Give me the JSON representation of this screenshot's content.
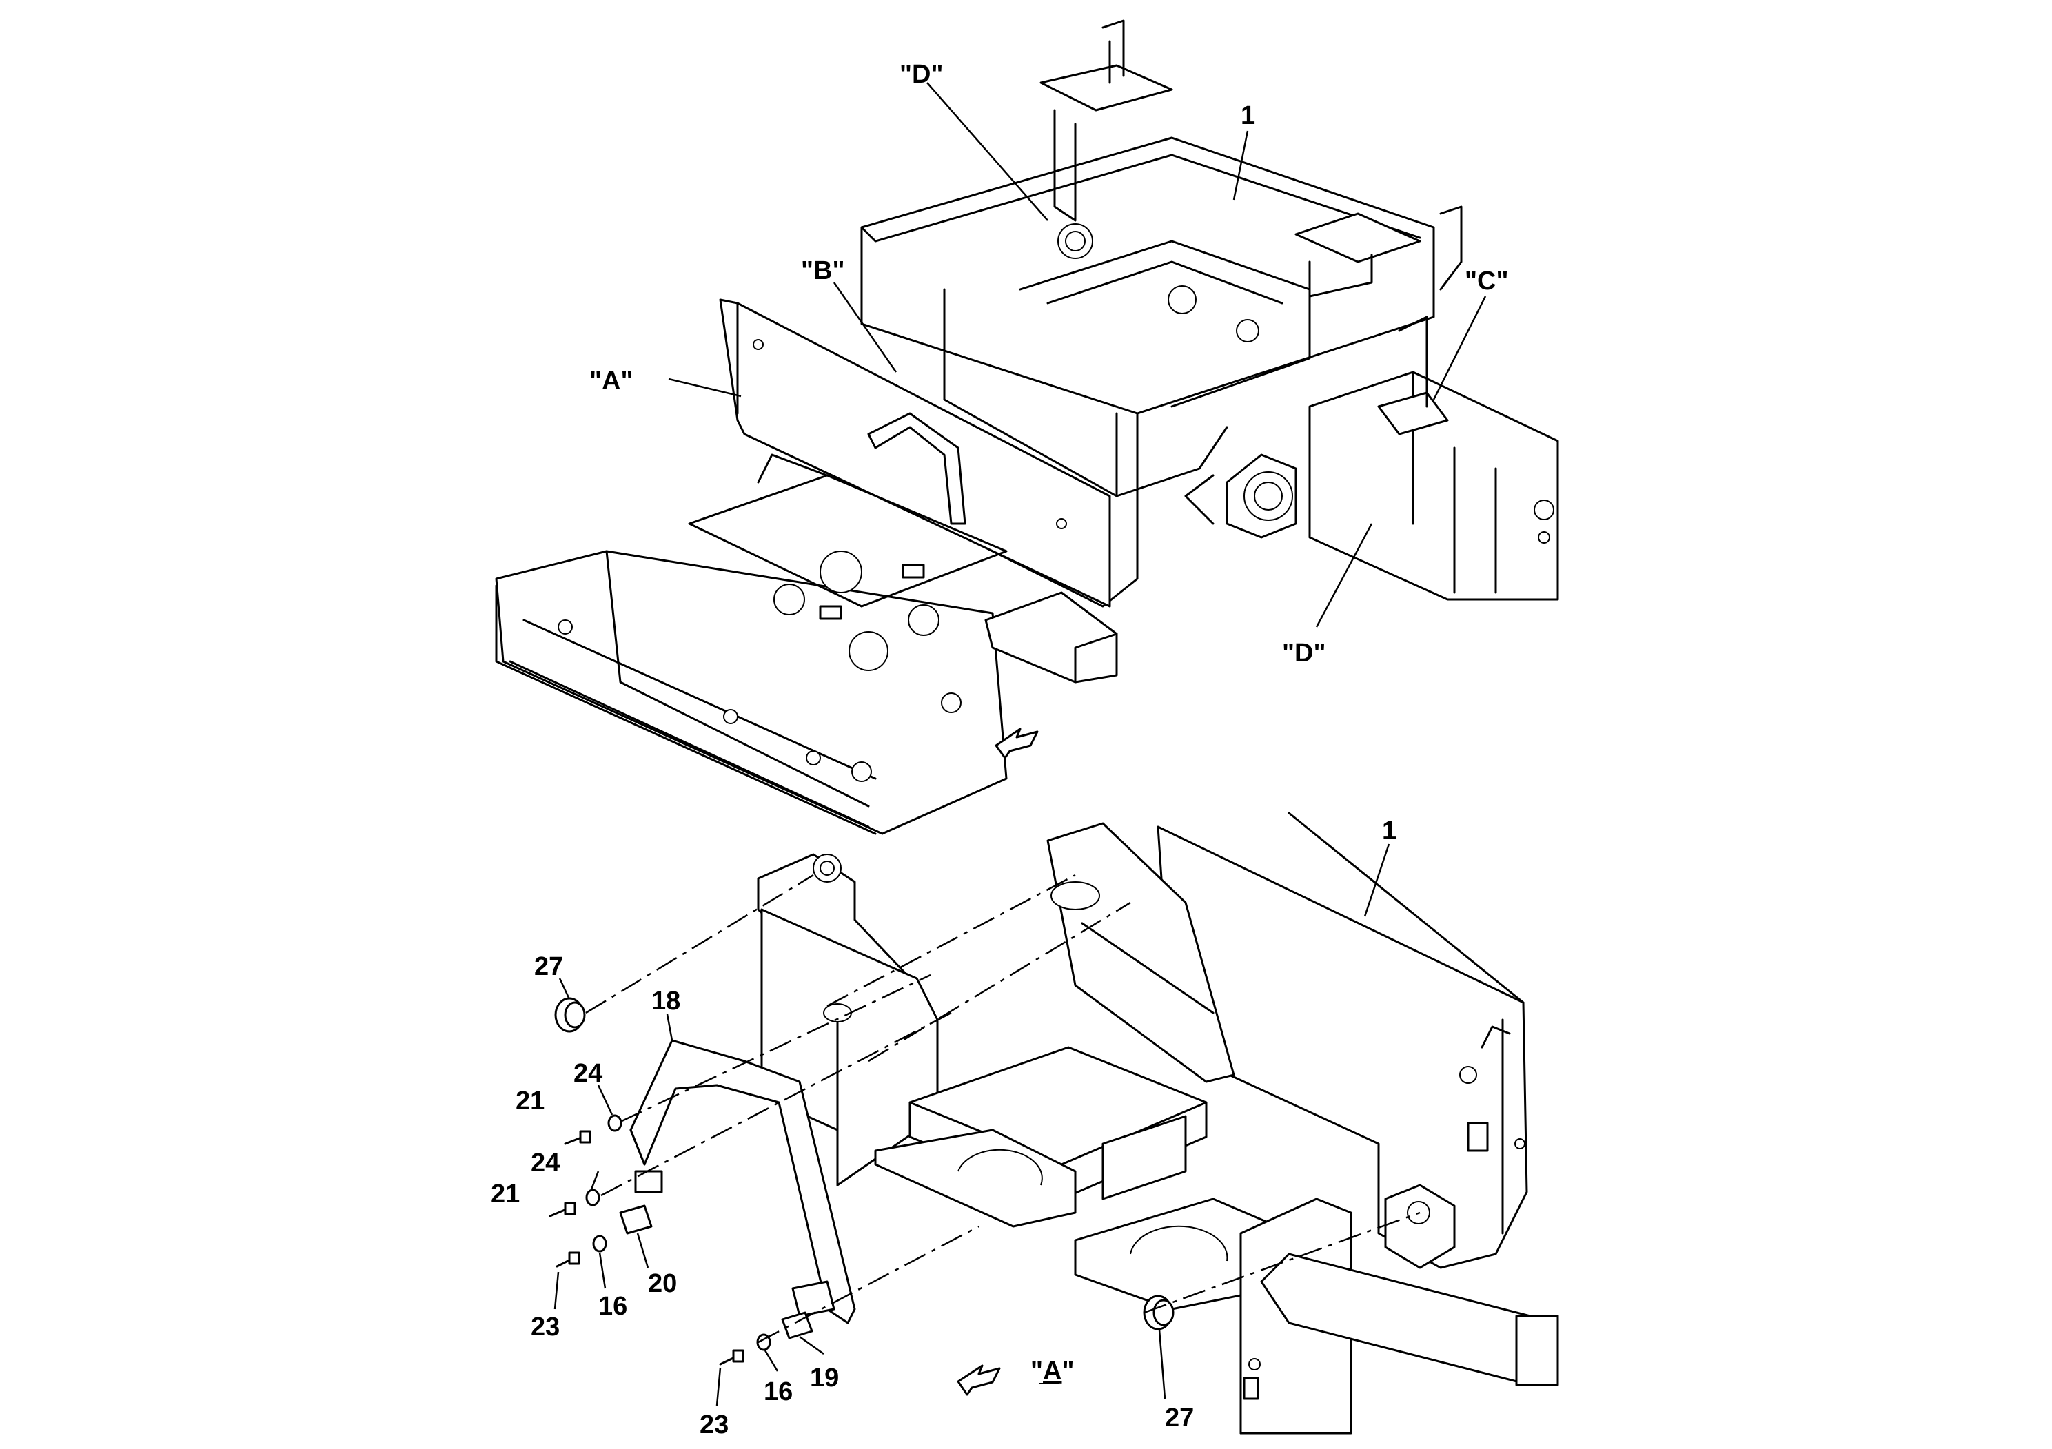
{
  "views": {
    "upper": {
      "callouts": [
        {
          "id": "callout-d-top",
          "text": "\"D\""
        },
        {
          "id": "callout-1-top",
          "text": "1"
        },
        {
          "id": "callout-b",
          "text": "\"B\""
        },
        {
          "id": "callout-c",
          "text": "\"C\""
        },
        {
          "id": "callout-a",
          "text": "\"A\""
        },
        {
          "id": "callout-d-bottom",
          "text": "\"D\""
        }
      ],
      "arrow_icon": "direction-arrow-icon"
    },
    "lower": {
      "callouts": [
        {
          "id": "callout-1-detail",
          "text": "1"
        },
        {
          "id": "callout-27-left",
          "text": "27"
        },
        {
          "id": "callout-18",
          "text": "18"
        },
        {
          "id": "callout-24-upper",
          "text": "24"
        },
        {
          "id": "callout-21-upper",
          "text": "21"
        },
        {
          "id": "callout-24-lower",
          "text": "24"
        },
        {
          "id": "callout-21-lower",
          "text": "21"
        },
        {
          "id": "callout-20",
          "text": "20"
        },
        {
          "id": "callout-16-left",
          "text": "16"
        },
        {
          "id": "callout-23-left",
          "text": "23"
        },
        {
          "id": "callout-19",
          "text": "19"
        },
        {
          "id": "callout-16-bottom",
          "text": "16"
        },
        {
          "id": "callout-23-bottom",
          "text": "23"
        },
        {
          "id": "callout-27-right",
          "text": "27"
        }
      ],
      "view_label_prefix": "\"",
      "view_label_letter": "A",
      "view_label_suffix": "\"",
      "arrow_icon": "direction-arrow-icon"
    }
  }
}
